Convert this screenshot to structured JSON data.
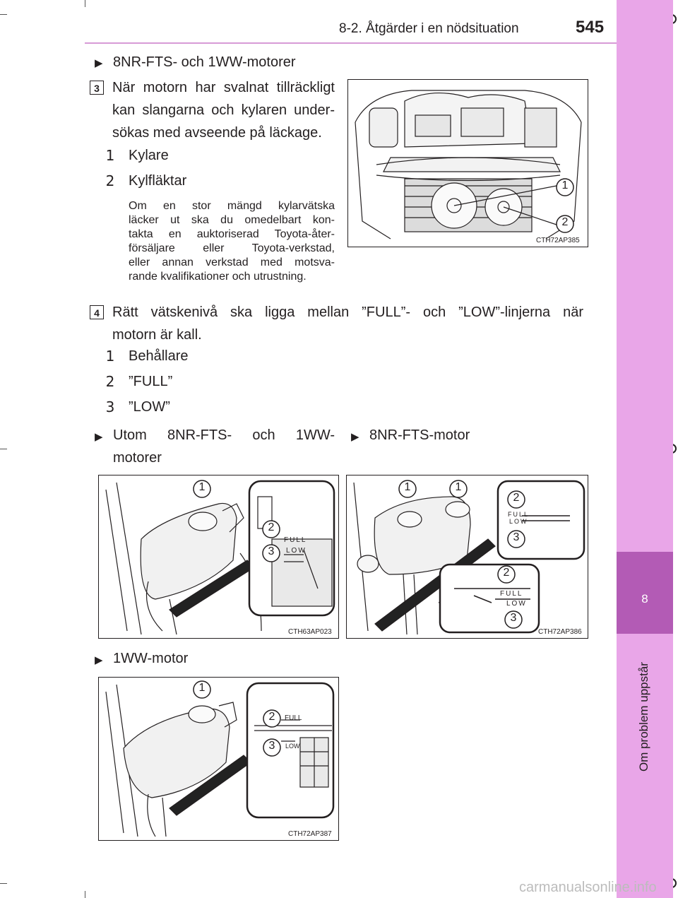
{
  "header": {
    "section": "8-2. Åtgärder i en nödsituation",
    "page_number": "545"
  },
  "side_tab": {
    "chapter_number": "8",
    "chapter_title": "Om problem uppstår"
  },
  "sec_top": {
    "heading": "8NR-FTS- och 1WW-motorer"
  },
  "step3": {
    "number": "3",
    "line1": "När motorn har svalnat tillräckligt",
    "line2": "kan slangarna och kylaren under-",
    "line3": "sökas med avseende på läckage.",
    "items": [
      {
        "num": "1",
        "label": "Kylare"
      },
      {
        "num": "2",
        "label": "Kylfläktar"
      }
    ],
    "note_lines": [
      "Om en stor mängd kylarvätska",
      "läcker ut ska du omedelbart kon-",
      "takta en auktoriserad Toyota-åter-",
      "försäljare eller Toyota-verkstad,",
      "eller annan verkstad med motsva-",
      "rande kvalifikationer och utrustning."
    ],
    "figure": {
      "code": "CTH72AP385",
      "callouts": [
        "1",
        "2"
      ]
    }
  },
  "step4": {
    "number": "4",
    "line1": "Rätt vätskenivå ska ligga mellan ”FULL”- och ”LOW”-linjerna när",
    "line2": "motorn är kall.",
    "items": [
      {
        "num": "1",
        "label": "Behållare"
      },
      {
        "num": "2",
        "label": "”FULL”"
      },
      {
        "num": "3",
        "label": "”LOW”"
      }
    ]
  },
  "fig_a": {
    "heading_line1": "Utom 8NR-FTS- och 1WW-",
    "heading_line2": "motorer",
    "code": "CTH63AP023",
    "callouts": [
      "1",
      "2",
      "3"
    ],
    "full": "FULL",
    "low": "LOW"
  },
  "fig_b": {
    "heading": "8NR-FTS-motor",
    "code": "CTH72AP386",
    "callouts": [
      "1",
      "1",
      "2",
      "3",
      "2",
      "3"
    ],
    "full": "FULL",
    "low": "LOW"
  },
  "fig_c": {
    "heading": "1WW-motor",
    "code": "CTH72AP387",
    "callouts": [
      "1",
      "2",
      "3"
    ],
    "full": "FULL",
    "low": "LOW"
  },
  "watermark": "carmanualsonline.info",
  "colors": {
    "tab_light": "#e9a6e8",
    "tab_dark": "#b35bb5",
    "header_rule": "#d79ad6"
  }
}
